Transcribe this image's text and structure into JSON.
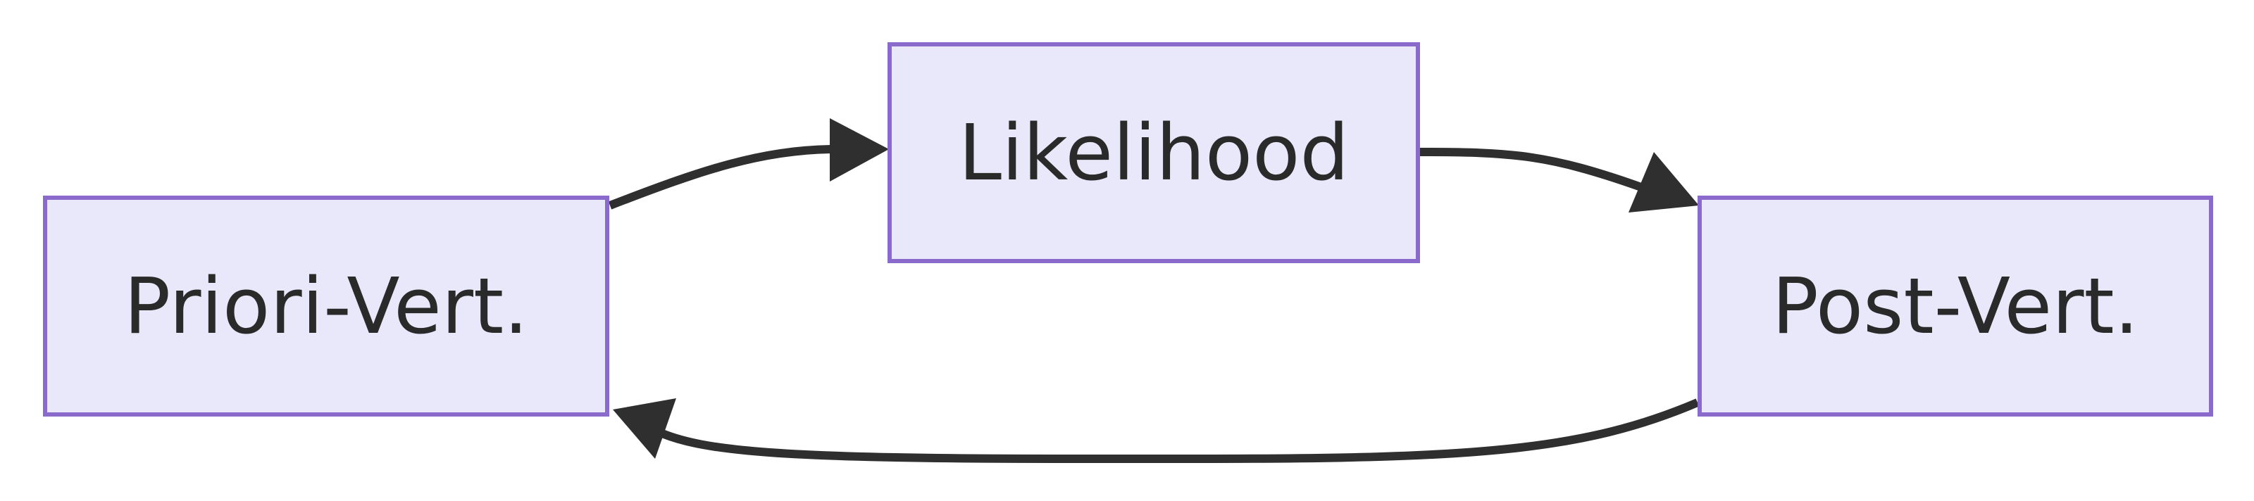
{
  "diagram": {
    "type": "flowchart",
    "colors": {
      "node_fill": "#e8e8fa",
      "node_border": "#8a6acb",
      "edge": "#2f2f2f",
      "text": "#2a2a2a"
    },
    "nodes": {
      "priori": {
        "label": "Priori-Vert."
      },
      "likelihood": {
        "label": "Likelihood"
      },
      "post": {
        "label": "Post-Vert."
      }
    },
    "edges": [
      {
        "from": "Priori-Vert.",
        "to": "Likelihood"
      },
      {
        "from": "Likelihood",
        "to": "Post-Vert."
      },
      {
        "from": "Post-Vert.",
        "to": "Priori-Vert."
      }
    ]
  }
}
